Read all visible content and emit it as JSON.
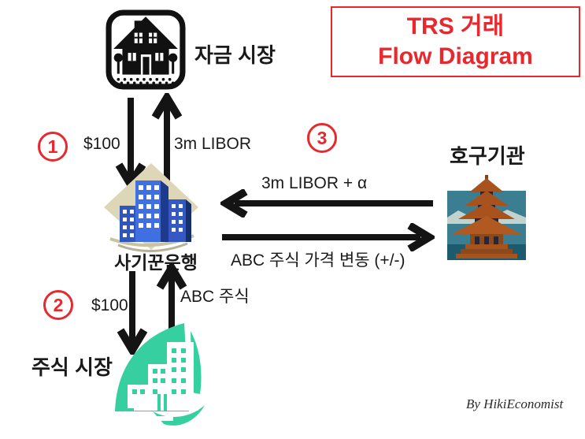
{
  "title": {
    "line1": "TRS 거래",
    "line2": "Flow Diagram"
  },
  "nodes": {
    "funding_market": {
      "label": "자금 시장",
      "icon": "house-icon"
    },
    "fraud_bank": {
      "label": "사기꾼은행",
      "icon": "bank-buildings-icon"
    },
    "sucker_institution": {
      "label": "호구기관",
      "icon": "pagoda-icon"
    },
    "stock_market": {
      "label": "주식 시장",
      "icon": "teal-buildings-icon"
    }
  },
  "steps": [
    {
      "number": "1"
    },
    {
      "number": "2"
    },
    {
      "number": "3"
    }
  ],
  "flows": {
    "funding_to_bank": {
      "label": "$100",
      "direction": "down"
    },
    "bank_to_funding": {
      "label": "3m LIBOR",
      "direction": "up"
    },
    "institution_to_bank": {
      "label": "3m LIBOR + α",
      "direction": "left"
    },
    "bank_to_institution": {
      "label": "ABC 주식 가격 변동 (+/-)",
      "direction": "right"
    },
    "bank_to_stock": {
      "label": "$100",
      "direction": "down"
    },
    "stock_to_bank": {
      "label": "ABC 주식",
      "direction": "up"
    }
  },
  "credit": "By HikiEconomist",
  "colors": {
    "accent_red": "#e8282d",
    "arrow_black": "#141414",
    "bank_diamond_beige": "#ddd7b8",
    "building_blue": "#3f6fe0",
    "building_blue_dark": "#1d3a8c",
    "stock_teal": "#35cfa0",
    "pagoda_roof": "#a8531d",
    "pagoda_bg_teal": "#3b7e92"
  }
}
